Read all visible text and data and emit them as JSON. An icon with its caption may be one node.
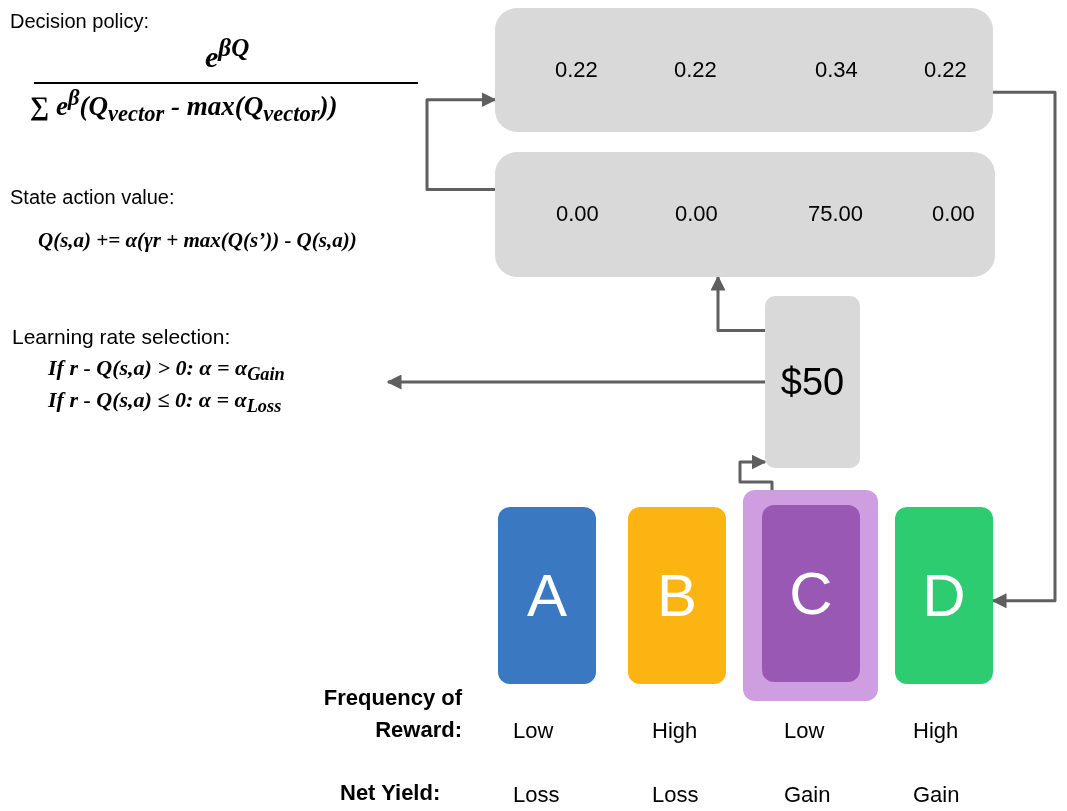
{
  "diagram": {
    "nodes": [
      {
        "text": [
          "0.22",
          "0.22",
          "0.34",
          "0.22"
        ]
      },
      {
        "text": [
          "0.00",
          "0.00",
          "75.00",
          "0.00"
        ]
      },
      {
        "text": [
          "Learning rate selection:",
          "*If* r - Q(s,a) > 0: α = α$_{Gain}$",
          "*If* r - Q(s,a) ≤ 0: α = α$_{Loss}$"
        ]
      },
      {
        "text": [
          "$50"
        ]
      },
      {
        "text": [
          "A"
        ]
      },
      {
        "text": [
          "B"
        ]
      },
      {
        "text": [],
        "shape": "box"
      },
      {
        "text": [
          "C"
        ],
        "in": 6
      },
      {
        "text": [
          "D"
        ]
      }
    ],
    "edges": [
      {
        "from": 1,
        "to": 0,
        "arrow": "to"
      },
      {
        "from": 0,
        "to": 8,
        "arrow": "to"
      },
      {
        "from": 7,
        "to": 3,
        "arrow": "to"
      },
      {
        "from": 3,
        "to": 1,
        "arrow": "to"
      },
      {
        "from": 3,
        "to": 2,
        "arrow": "to"
      }
    ],
    "labels": [
      "Decision policy:",
      "e$^{βQ}$",
      "∑ e$^{β}$(Q$_{vector}$ - max(Q$_{vector}$))",
      "State action value:",
      "Q(s,a) += α(γr + max(Q(s’)) - Q(s,a))",
      "Frequency of Reward:",
      "Low",
      "High",
      "Low",
      "High",
      "Net Yield:",
      "Loss",
      "Loss",
      "Gain",
      "Gain"
    ]
  }
}
